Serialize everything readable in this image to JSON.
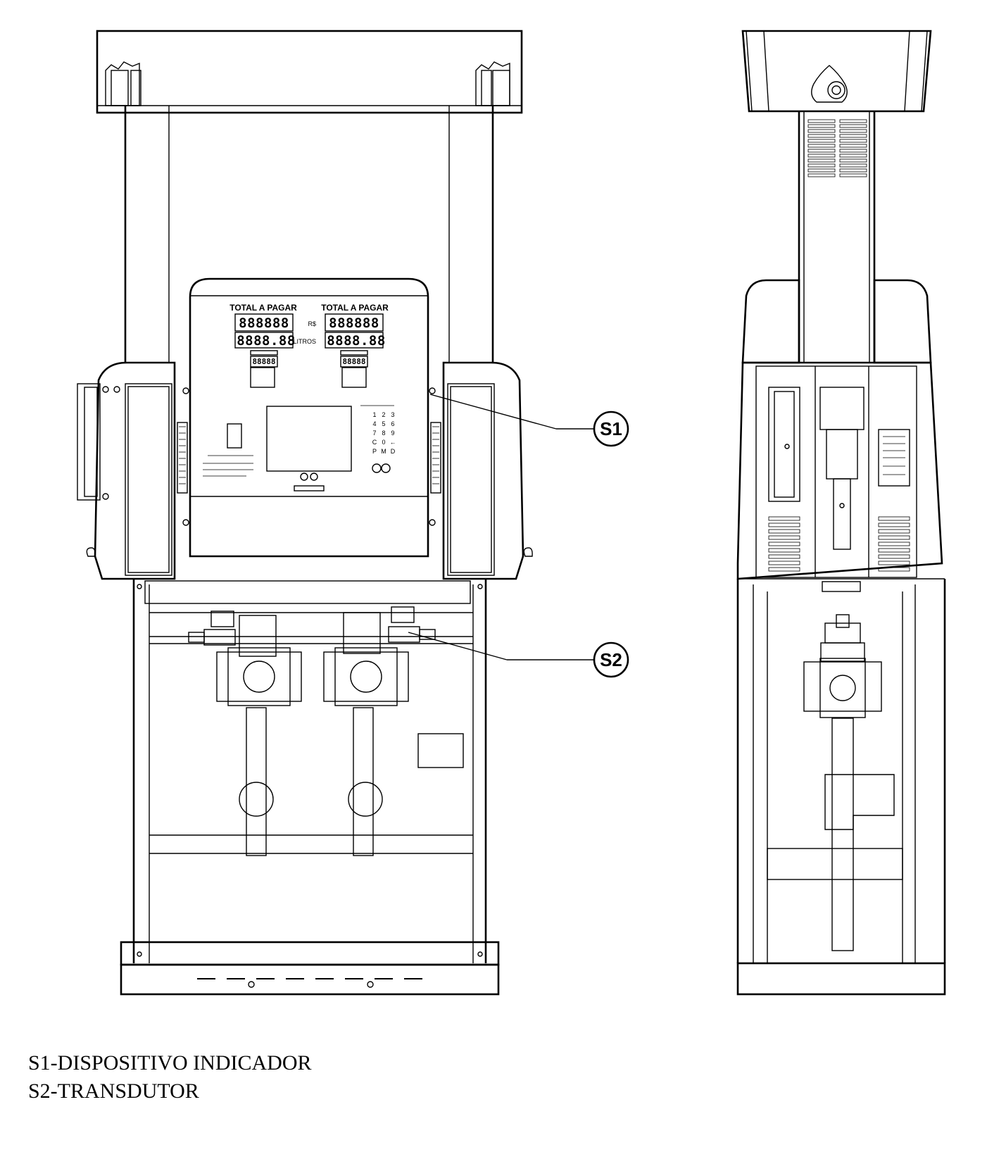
{
  "display": {
    "left_title": "TOTAL A PAGAR",
    "right_title": "TOTAL A PAGAR",
    "currency_label": "R$",
    "volume_label": "LITROS",
    "price_digits": "888888",
    "volume_digits": "8888.88",
    "unit_price_digits": "88888"
  },
  "keypad": [
    "1",
    "2",
    "3",
    "4",
    "5",
    "6",
    "7",
    "8",
    "9",
    "C",
    "0",
    "←",
    "P",
    "M",
    "D"
  ],
  "callouts": [
    {
      "id": "s1",
      "label": "S1"
    },
    {
      "id": "s2",
      "label": "S2"
    }
  ],
  "legend": [
    "S1-DISPOSITIVO INDICADOR",
    "S2-TRANSDUTOR"
  ]
}
